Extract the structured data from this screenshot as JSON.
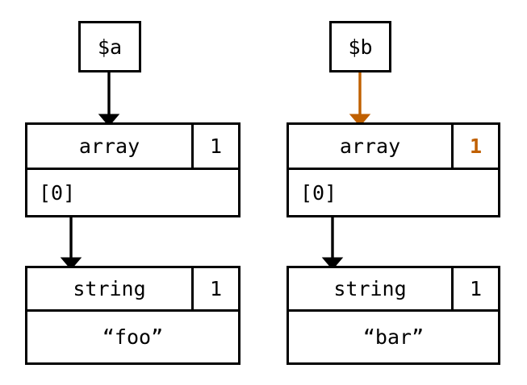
{
  "diagram": {
    "title": "php-zval-copy-on-write",
    "colors": {
      "stroke": "#000000",
      "background": "#ffffff",
      "highlight": "#c06000"
    }
  },
  "left": {
    "variable": {
      "label": "$a"
    },
    "arrow_var_to_array": {
      "name": "arrow-a-to-array",
      "color": "#000000"
    },
    "array_zval": {
      "type_label": "array",
      "refcount": "1",
      "refcount_highlighted": false,
      "slot_label": "[0]"
    },
    "arrow_array_to_string": {
      "name": "arrow-a-slot-to-string",
      "color": "#000000"
    },
    "string_zval": {
      "type_label": "string",
      "refcount": "1",
      "refcount_highlighted": false,
      "value_label": "“foo”"
    }
  },
  "right": {
    "variable": {
      "label": "$b"
    },
    "arrow_var_to_array": {
      "name": "arrow-b-to-array",
      "color": "#c06000"
    },
    "array_zval": {
      "type_label": "array",
      "refcount": "1",
      "refcount_highlighted": true,
      "slot_label": "[0]"
    },
    "arrow_array_to_string": {
      "name": "arrow-b-slot-to-string",
      "color": "#000000"
    },
    "string_zval": {
      "type_label": "string",
      "refcount": "1",
      "refcount_highlighted": false,
      "value_label": "“bar”"
    }
  }
}
